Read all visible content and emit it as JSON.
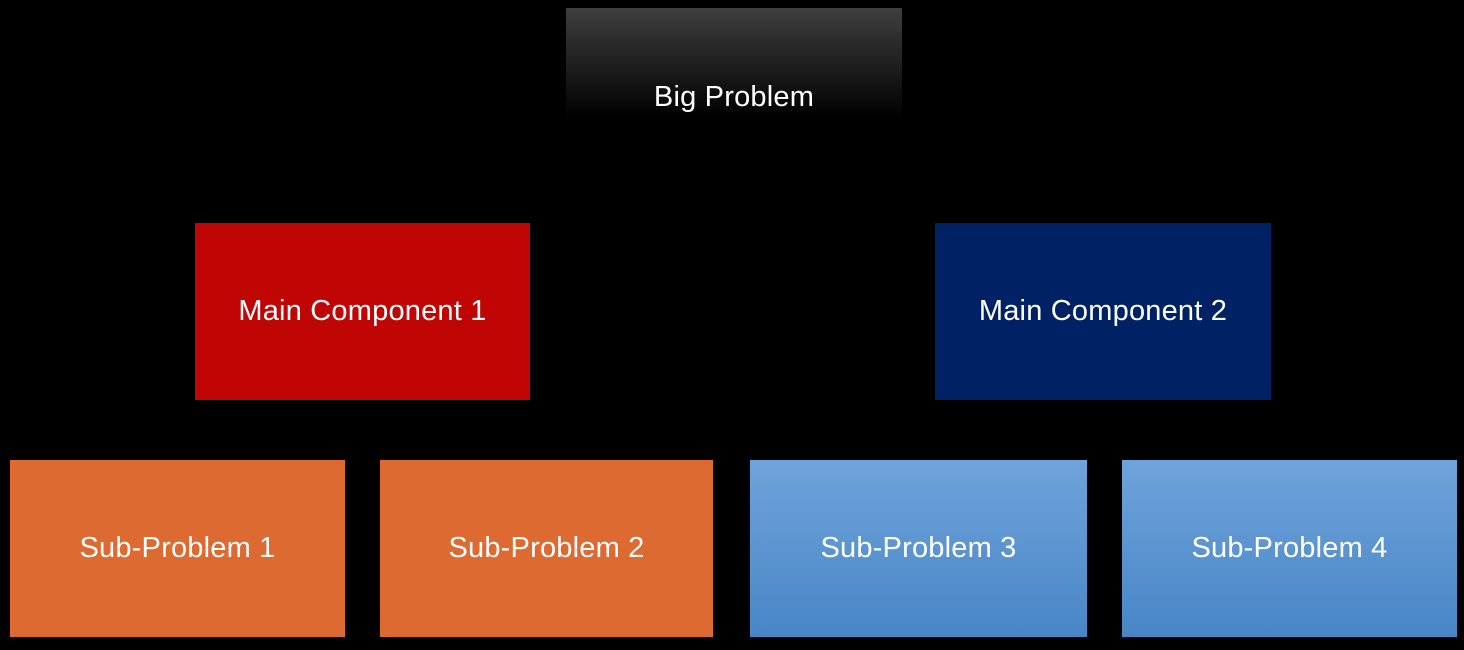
{
  "page": {
    "background_color": "#000000",
    "text_color": "#ffffff"
  },
  "diagram": {
    "type": "hierarchy",
    "root": {
      "label": "Big Problem",
      "fill": {
        "top": "#3f3f3f",
        "bottom": "#000000",
        "stop": "62%"
      }
    },
    "level2": [
      {
        "label": "Main Component 1",
        "fill": "#c00505"
      },
      {
        "label": "Main Component 2",
        "fill": "#002265"
      }
    ],
    "level3": [
      {
        "label": "Sub-Problem 1",
        "fill": "#dc6a31",
        "parent": "Main Component 1"
      },
      {
        "label": "Sub-Problem 2",
        "fill": "#dc6a31",
        "parent": "Main Component 1"
      },
      {
        "label": "Sub-Problem 3",
        "fill": {
          "top": "#6fa3db",
          "bottom": "#4886c6",
          "stop": "100%"
        },
        "parent": "Main Component 2"
      },
      {
        "label": "Sub-Problem 4",
        "fill": {
          "top": "#6fa3db",
          "bottom": "#4886c6",
          "stop": "100%"
        },
        "parent": "Main Component 2"
      }
    ]
  }
}
